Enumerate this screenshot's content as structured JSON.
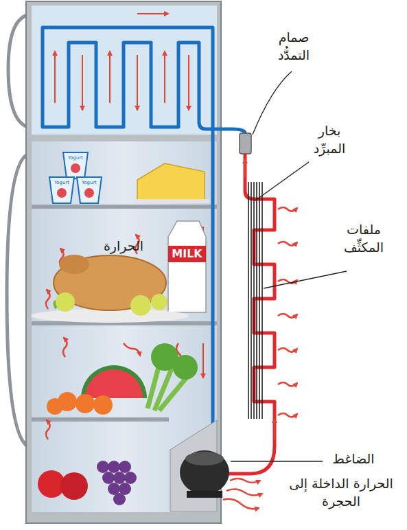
{
  "diagram": {
    "labels": [
      "صمام التمدُّد",
      "بخار المبرِّد",
      "ملفات المكثِّف",
      "الحرارة",
      "الضاغط",
      "الحرارة الداخلة إلى الحجرة",
      "MILK",
      "Yogurt",
      "Yogurt",
      "Yogurt"
    ]
  }
}
